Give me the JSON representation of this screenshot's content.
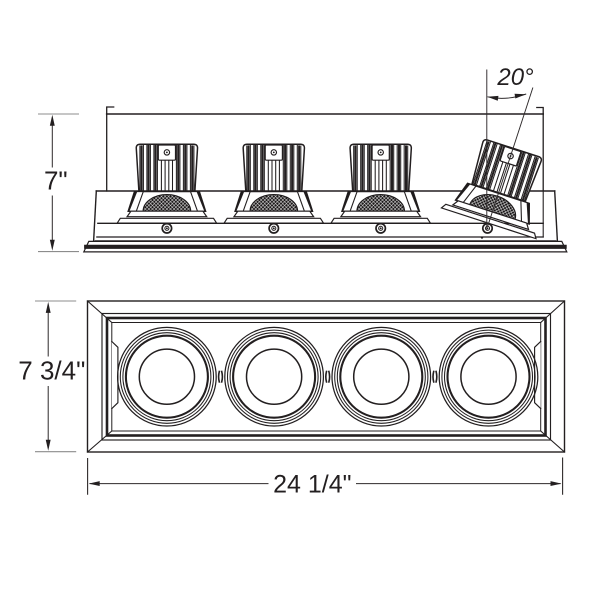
{
  "colors": {
    "background": "#ffffff",
    "line": "#231f20",
    "dimension_tick": "#8c8c8c"
  },
  "side_view": {
    "module_count": 4,
    "tilted_module_count": 1,
    "dim_height": "7\"",
    "dim_tilt": "20°"
  },
  "bottom_view": {
    "light_count": 4,
    "dim_height": "7 3/4\"",
    "dim_width": "24 1/4\""
  }
}
